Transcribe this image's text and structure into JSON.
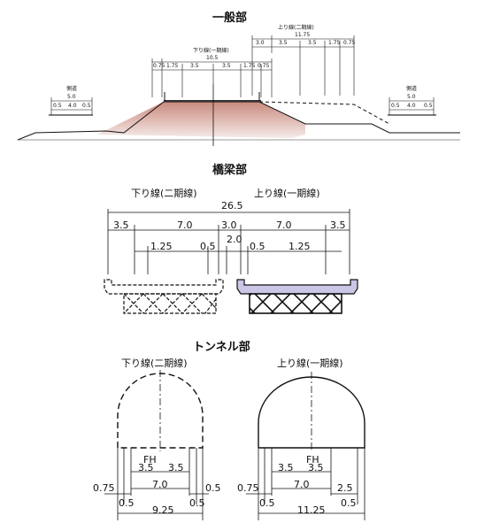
{
  "sections": {
    "general": {
      "title": "一般部",
      "down_line_label": "下り線(一期線)",
      "down_width": "10.5",
      "down_dims": [
        "0.75",
        "1.75",
        "3.5",
        "3.5",
        "1.75",
        "0.75"
      ],
      "up_line_label": "上り線(二期線)",
      "up_width": "11.75",
      "up_dims": [
        "3.0",
        "3.5",
        "3.5",
        "1.75",
        "0.75"
      ],
      "side_road_left": {
        "label": "側道",
        "width": "5.0",
        "dims": [
          "0.5",
          "4.0",
          "0.5"
        ]
      },
      "side_road_right": {
        "label": "側道",
        "width": "5.0",
        "dims": [
          "0.5",
          "4.0",
          "0.5"
        ]
      }
    },
    "bridge": {
      "title": "橋梁部",
      "down_line_label": "下り線(二期線)",
      "up_line_label": "上り線(一期線)",
      "total": "26.5",
      "row1": [
        "3.5",
        "7.0",
        "3.0",
        "7.0",
        "3.5"
      ],
      "row2": [
        "1.25",
        "0.5",
        "2.0",
        "0.5",
        "1.25"
      ]
    },
    "tunnel": {
      "title": "トンネル部",
      "down_line_label": "下り線(二期線)",
      "up_line_label": "上り線(一期線)",
      "fh": "FH",
      "left": {
        "lanes": [
          "3.5",
          "3.5"
        ],
        "width": "7.0",
        "outer_left": "0.75",
        "outer_right": "0.5",
        "shoulder_left": "0.5",
        "shoulder_right": "0.5",
        "total": "9.25"
      },
      "right": {
        "lanes": [
          "3.5",
          "3.5"
        ],
        "width": "7.0",
        "outer_left": "0.75",
        "outer_right": "2.5",
        "shoulder_left": "0.5",
        "shoulder_right": "0.5",
        "total": "11.25"
      }
    }
  },
  "colors": {
    "embankment_top": "#c98a7e",
    "embankment_bottom": "#f3e6e3",
    "bridge_fill": "#c9c6e6",
    "line": "#111111"
  }
}
